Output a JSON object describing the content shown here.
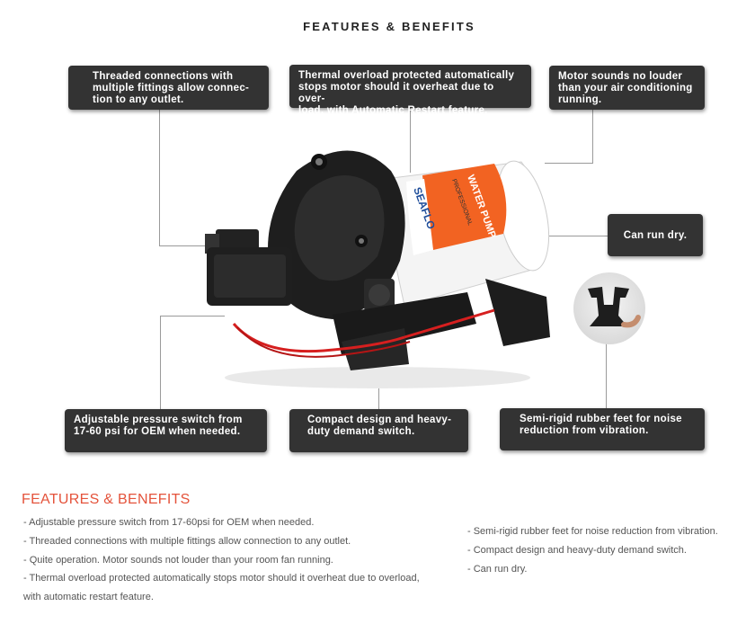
{
  "header": {
    "title": "FEATURES & BENEFITS"
  },
  "callouts": {
    "threaded": [
      "Threaded connections with",
      "multiple fittings allow connec-",
      "tion to any outlet."
    ],
    "thermal": [
      "Thermal overload protected automatically",
      "stops motor should it overheat due to over-",
      "load, with Automatic Restart feature."
    ],
    "motor": [
      "Motor sounds no louder",
      "than your air conditioning",
      "running."
    ],
    "dry": "Can run dry.",
    "pressure": [
      "Adjustable pressure switch from",
      "17-60 psi for OEM when needed."
    ],
    "compact": [
      "Compact design and heavy-",
      "duty demand switch."
    ],
    "feet": [
      "Semi-rigid rubber feet for noise",
      "reduction from vibration."
    ]
  },
  "product_label": {
    "brand": "SEAFLO",
    "series": "PROFESSIONAL",
    "line": "WATER PUMP"
  },
  "section": {
    "title": "FEATURES & BENEFITS",
    "left_items": [
      "- Adjustable pressure switch from 17-60psi for OEM when needed.",
      "- Threaded connections with multiple fittings allow connection to any outlet.",
      "- Quite operation. Motor sounds not louder than your room fan running.",
      "- Thermal overload protected automatically stops motor should it overheat due to overload,",
      "with automatic restart feature."
    ],
    "right_items": [
      "- Semi-rigid rubber feet for noise reduction from vibration.",
      "- Compact design and heavy-duty demand switch.",
      "- Can run dry."
    ]
  },
  "colors": {
    "accent": "#e4533b",
    "callout_bg": "#333333",
    "leader": "#9a9a9a",
    "label_orange": "#f26322"
  }
}
